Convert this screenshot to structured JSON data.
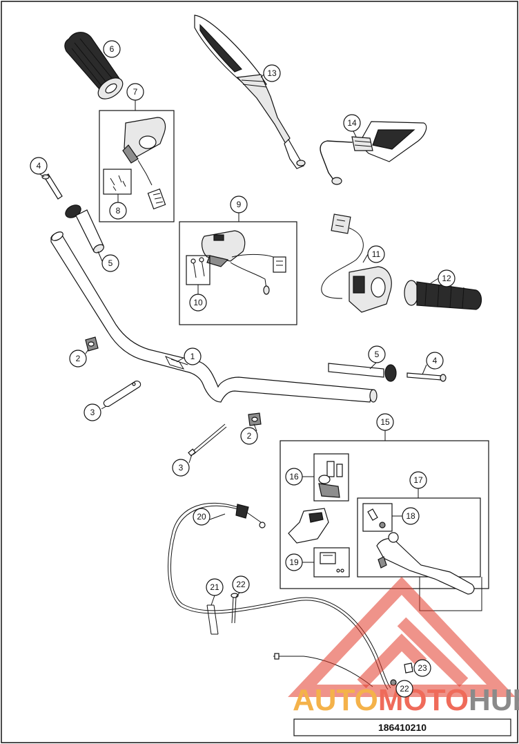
{
  "callouts": {
    "c1": "1",
    "c2a": "2",
    "c2b": "2",
    "c3a": "3",
    "c3b": "3",
    "c4a": "4",
    "c4b": "4",
    "c5a": "5",
    "c5b": "5",
    "c6": "6",
    "c7": "7",
    "c8": "8",
    "c9": "9",
    "c10": "10",
    "c11": "11",
    "c12": "12",
    "c13": "13",
    "c14": "14",
    "c15": "15",
    "c16": "16",
    "c17": "17",
    "c18": "18",
    "c19": "19",
    "c20": "20",
    "c21": "21",
    "c22a": "22",
    "c22b": "22",
    "c23": "23"
  },
  "document_number": "186410210",
  "watermark": {
    "part1": "AUTO",
    "part2": "MOTO",
    "part3": "HUB",
    "color1": "#f4b24a",
    "color2": "#ef6b5a",
    "color3": "#8a8a8a",
    "triangle_color": "#e23a2a"
  }
}
